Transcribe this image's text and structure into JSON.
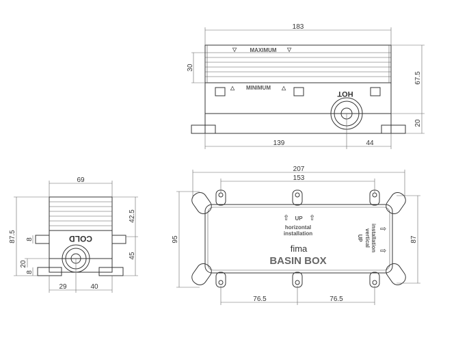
{
  "front_view": {
    "dims": {
      "width_total": "183",
      "rib_height": "30",
      "height_total": "67.5",
      "base_height": "20",
      "left_to_outlet": "139",
      "outlet_to_right": "44"
    },
    "labels": {
      "maximum": "MAXIMUM",
      "minimum": "MINIMUM",
      "hot": "HOT"
    }
  },
  "side_view": {
    "dims": {
      "width": "69",
      "height_total": "87.5",
      "upper_height": "42.5",
      "nub_height": "8",
      "lower_height": "45",
      "outlet_height": "20",
      "foot_height": "8",
      "left_to_outlet": "29",
      "outlet_to_right": "40"
    },
    "labels": {
      "cold": "COLD"
    }
  },
  "plan_view": {
    "dims": {
      "overall_length": "207",
      "mount_span": "153",
      "overall_height": "95",
      "inner_height": "87",
      "half_span_left": "76.5",
      "half_span_right": "76.5"
    },
    "labels": {
      "up_horizontal": "UP",
      "horizontal_line1": "horizontal",
      "horizontal_line2": "installation",
      "brand": "fima",
      "product": "BASIN BOX",
      "up_vertical": "UP",
      "vertical_line1": "vertical",
      "vertical_line2": "installation"
    }
  }
}
